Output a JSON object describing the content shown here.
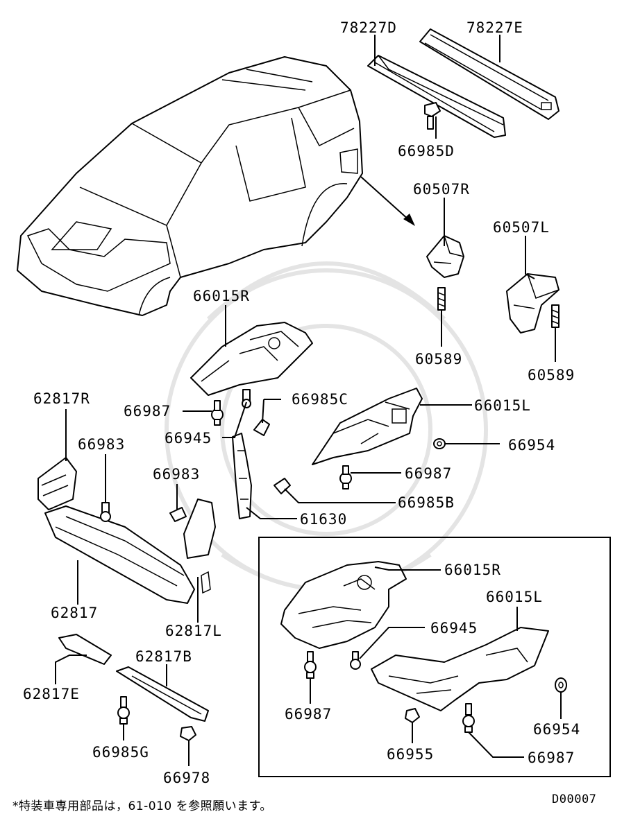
{
  "labels": {
    "p78227D": "78227D",
    "p78227E": "78227E",
    "p66985D": "66985D",
    "p60507R": "60507R",
    "p60507L": "60507L",
    "p60589a": "60589",
    "p60589b": "60589",
    "p66015Ra": "66015R",
    "p66015La": "66015L",
    "p62817R": "62817R",
    "p66987a": "66987",
    "p66985C": "66985C",
    "p66945a": "66945",
    "p66954a": "66954",
    "p66983a": "66983",
    "p66983b": "66983",
    "p66987b": "66987",
    "p66985B": "66985B",
    "p61630": "61630",
    "p66015Rb": "66015R",
    "p66015Lb": "66015L",
    "p62817": "62817",
    "p62817L": "62817L",
    "p66945b": "66945",
    "p62817B": "62817B",
    "p62817E": "62817E",
    "p66987c": "66987",
    "p66954b": "66954",
    "p66985G": "66985G",
    "p66955": "66955",
    "p66987d": "66987",
    "p66978": "66978"
  },
  "footnote": "*特装車専用部品は，61-010 を参照願います。",
  "diagram_code": "D00007"
}
